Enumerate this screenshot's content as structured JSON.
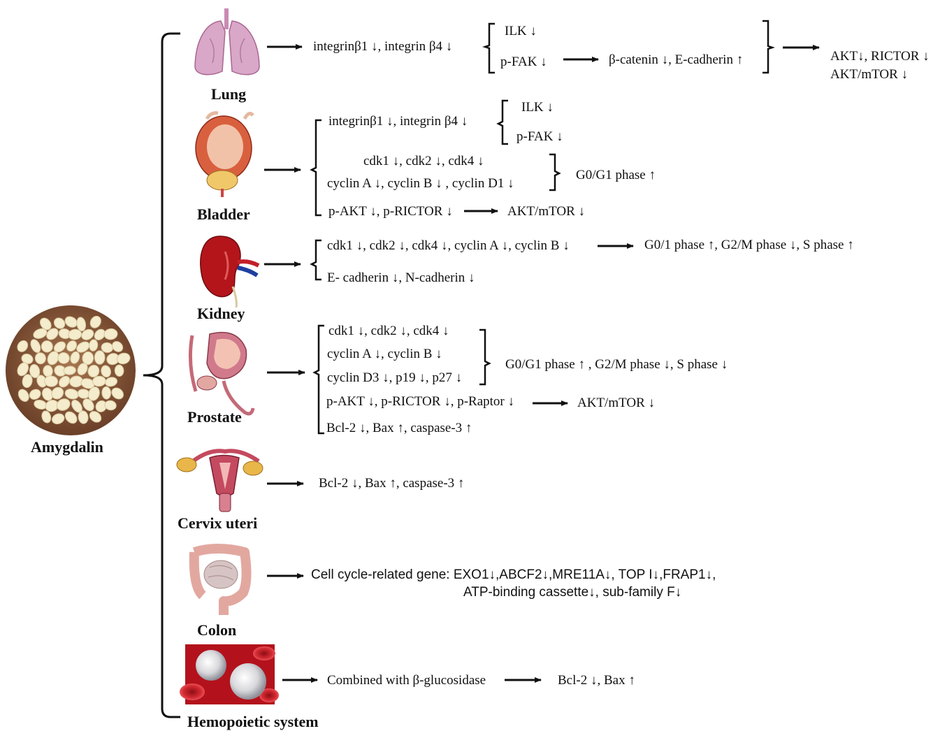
{
  "root": {
    "label": "Amygdalin"
  },
  "organs": {
    "lung": {
      "label": "Lung"
    },
    "bladder": {
      "label": "Bladder"
    },
    "kidney": {
      "label": "Kidney"
    },
    "prostate": {
      "label": "Prostate"
    },
    "cervix": {
      "label": "Cervix uteri"
    },
    "colon": {
      "label": "Colon"
    },
    "hemo": {
      "label": "Hemopoietic system"
    }
  },
  "lung": {
    "integrin": "integrinβ1 ↓, integrin β4 ↓",
    "ilk": "ILK ↓",
    "pfak": "p-FAK ↓",
    "catenin": "β-catenin ↓, E-cadherin ↑",
    "akt1": "AKT↓, RICTOR ↓",
    "akt2": "AKT/mTOR ↓"
  },
  "bladder": {
    "integrin": "integrinβ1 ↓, integrin β4 ↓",
    "ilk": "ILK ↓",
    "pfak": "p-FAK ↓",
    "cdk": "cdk1 ↓, cdk2 ↓, cdk4 ↓",
    "cyclin": "cyclin A ↓, cyclin B ↓ , cyclin D1 ↓",
    "phase": "G0/G1 phase ↑",
    "pakt": "p-AKT ↓, p-RICTOR ↓",
    "aktmtor": "AKT/mTOR ↓"
  },
  "kidney": {
    "cdk": "cdk1 ↓, cdk2 ↓, cdk4 ↓, cyclin A ↓, cyclin B ↓",
    "phase": "G0/1 phase ↑, G2/M phase ↓, S phase ↑",
    "cadherin": "E- cadherin ↓, N-cadherin ↓"
  },
  "prostate": {
    "cdk": "cdk1 ↓, cdk2 ↓, cdk4 ↓",
    "cyclin": "cyclin A ↓, cyclin B ↓",
    "cyclind3": "cyclin D3 ↓, p19 ↓, p27 ↓",
    "phase": "G0/G1 phase ↑ , G2/M phase ↓, S phase  ↓",
    "pakt": "p-AKT ↓, p-RICTOR ↓, p-Raptor ↓",
    "aktmtor": "AKT/mTOR ↓",
    "bcl": "Bcl-2 ↓, Bax ↑, caspase-3 ↑"
  },
  "cervix": {
    "bcl": "Bcl-2 ↓, Bax ↑, caspase-3 ↑"
  },
  "colon": {
    "line1": "Cell cycle-related gene: EXO1↓,ABCF2↓,MRE11A↓, TOP I↓,FRAP1↓,",
    "line2": "ATP-binding cassette↓, sub-family F↓"
  },
  "hemo": {
    "combined": "Combined with β-glucosidase",
    "bcl": "Bcl-2 ↓, Bax ↑"
  },
  "colors": {
    "line": "#111111",
    "lung": "#d9a7c8",
    "bladder": "#d9603f",
    "kidney": "#b3151b",
    "prostate": "#d07a8c",
    "uterus": "#c44a5f",
    "colon": "#e2a8a0",
    "blood_bg": "#b3121c",
    "almond": "#f4eccc",
    "plate": "#8a5a3a"
  }
}
